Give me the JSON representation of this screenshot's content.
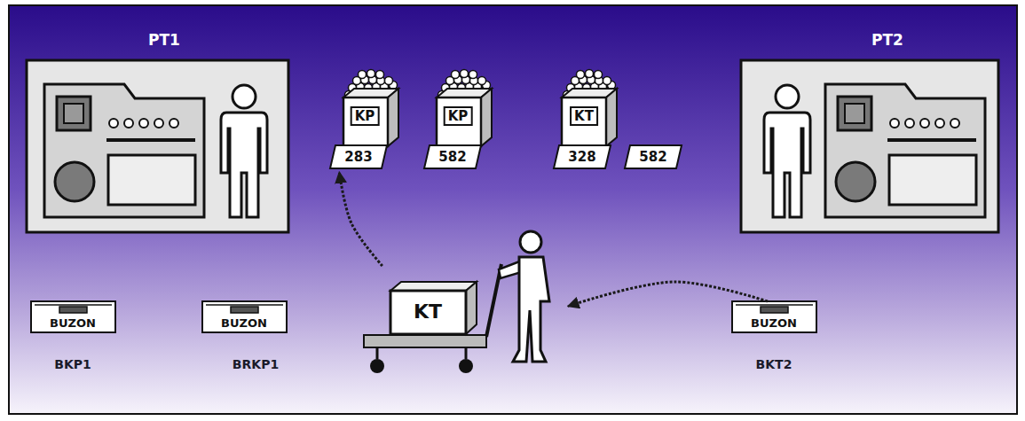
{
  "diagram": {
    "nodes": [
      {
        "text": [
          "PT1"
        ]
      },
      {
        "text": [
          "KP",
          "283"
        ]
      },
      {
        "text": [
          "KP",
          "582"
        ]
      },
      {
        "text": [
          "KT",
          "328"
        ]
      },
      {
        "text": [
          "582"
        ]
      },
      {
        "text": [
          "PT2"
        ]
      },
      {
        "text": [
          "BUZON",
          "BKP1"
        ]
      },
      {
        "text": [
          "BUZON",
          "BRKP1"
        ]
      },
      {
        "text": [
          "KT"
        ]
      },
      {
        "text": [
          "BUZON",
          "BKT2"
        ]
      }
    ],
    "edges": [
      {
        "from": 9,
        "to": 8,
        "arrow": "to"
      },
      {
        "from": 8,
        "to": 1,
        "arrow": "to"
      }
    ]
  }
}
